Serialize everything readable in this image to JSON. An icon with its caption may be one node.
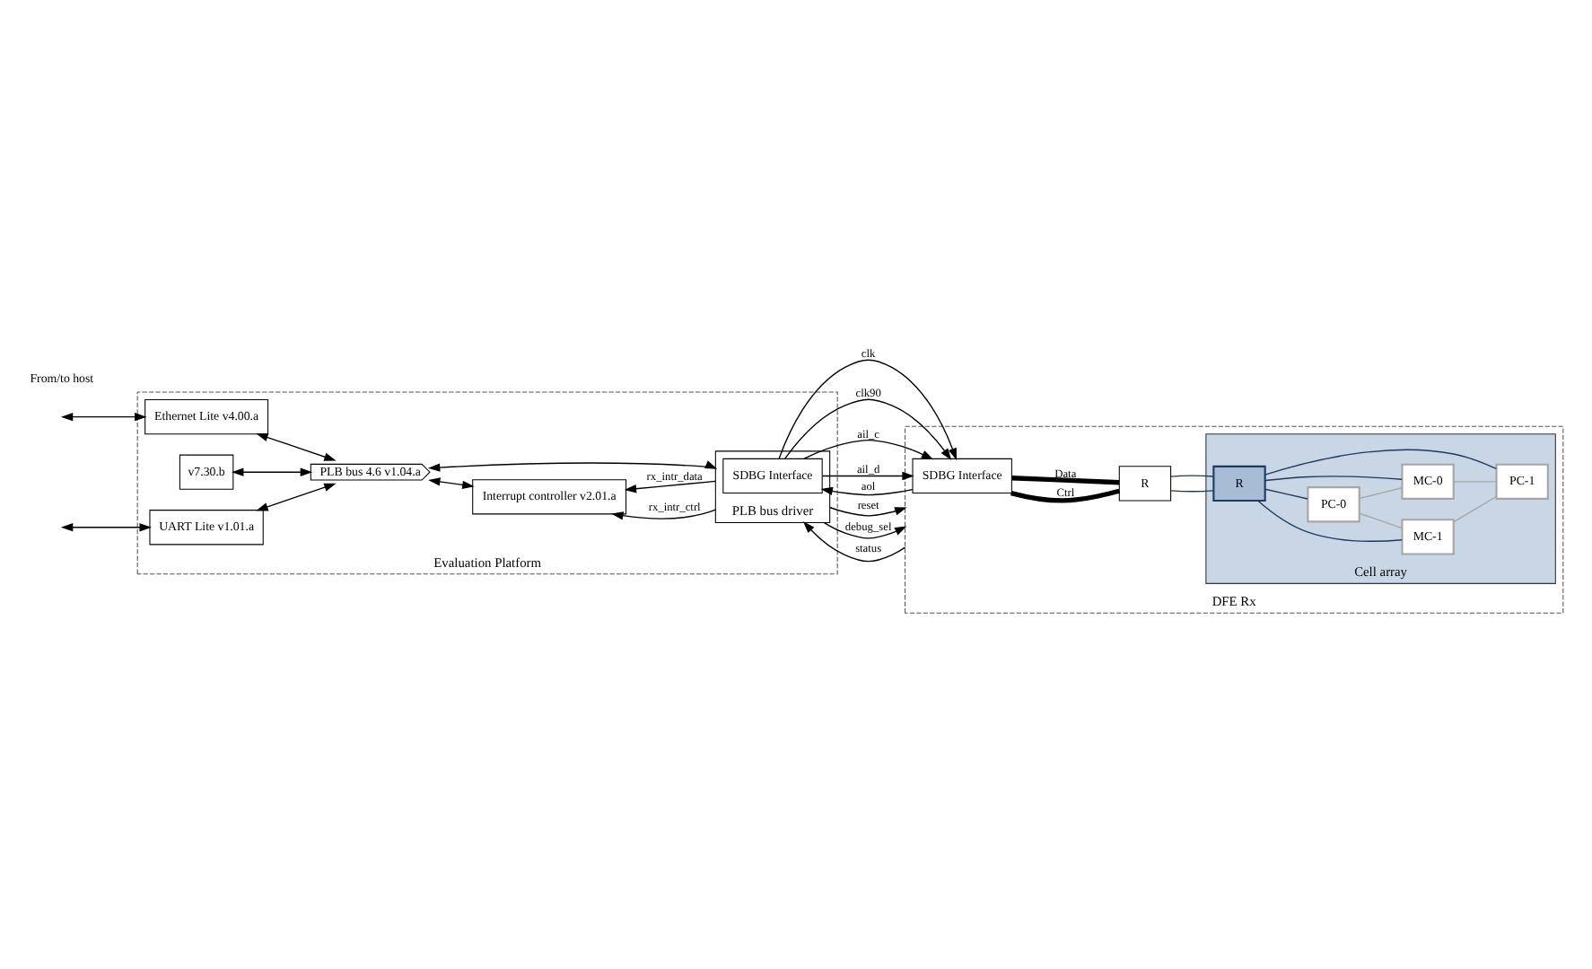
{
  "diagram": {
    "nodes": [
      {
        "text": [
          "Evaluation Platform"
        ]
      },
      {
        "text": [
          "Ethernet Lite v4.00.a"
        ],
        "in": 0
      },
      {
        "text": [
          "v7.30.b"
        ],
        "in": 0
      },
      {
        "text": [
          "PLB bus 4.6 v1.04.a"
        ],
        "in": 0
      },
      {
        "text": [
          "UART Lite v1.01.a"
        ],
        "in": 0
      },
      {
        "text": [
          "Interrupt controller v2.01.a"
        ],
        "in": 0
      },
      {
        "text": [
          "PLB bus driver"
        ],
        "in": 0
      },
      {
        "text": [
          "SDBG Interface"
        ],
        "in": 6
      },
      {
        "text": [
          "DFE Rx"
        ]
      },
      {
        "text": [
          "SDBG Interface"
        ],
        "in": 8
      },
      {
        "text": [
          "R"
        ],
        "in": 8
      },
      {
        "text": [
          "Cell array"
        ],
        "in": 8
      },
      {
        "text": [
          "PC-0"
        ],
        "in": 11
      },
      {
        "text": [
          "MC-0"
        ],
        "in": 11
      },
      {
        "text": [
          "MC-1"
        ],
        "in": 11
      },
      {
        "text": [
          "PC-1"
        ],
        "in": 11
      },
      {
        "text": [
          "R"
        ],
        "in": 11
      }
    ],
    "edges": [
      {
        "from": null,
        "to": 1,
        "arrow": "both"
      },
      {
        "from": null,
        "to": 4,
        "arrow": "both"
      },
      {
        "from": 1,
        "to": 3,
        "arrow": "both"
      },
      {
        "from": 2,
        "to": 3,
        "arrow": "both"
      },
      {
        "from": 3,
        "to": 4,
        "arrow": "both"
      },
      {
        "from": 3,
        "to": 5,
        "arrow": "both"
      },
      {
        "from": 3,
        "to": 6,
        "arrow": "both"
      },
      {
        "from": 6,
        "to": 5,
        "label": "rx_intr_ctrl",
        "arrow": "to"
      },
      {
        "from": 6,
        "to": 5,
        "label": "rx_intr_data",
        "arrow": "to"
      },
      {
        "from": 7,
        "to": 9,
        "label": "clk",
        "arrow": "to"
      },
      {
        "from": 7,
        "to": 9,
        "label": "clk90",
        "arrow": "to"
      },
      {
        "from": 7,
        "to": 9,
        "label": "ail_c",
        "arrow": "to"
      },
      {
        "from": 7,
        "to": 9,
        "label": "ail_d",
        "arrow": "to"
      },
      {
        "from": 9,
        "to": 7,
        "label": "aol",
        "arrow": "to"
      },
      {
        "from": 6,
        "to": 8,
        "label": "reset",
        "arrow": "to"
      },
      {
        "from": 6,
        "to": 8,
        "label": "debug_sel",
        "arrow": "to"
      },
      {
        "from": 8,
        "to": 6,
        "label": "status",
        "arrow": "to"
      },
      {
        "from": 9,
        "to": 10,
        "label": "Ctrl",
        "arrow": "none",
        "style": "thick"
      },
      {
        "from": 9,
        "to": 10,
        "label": "Data",
        "arrow": "none",
        "style": "thick"
      },
      {
        "from": 10,
        "to": 16,
        "arrow": "none",
        "color": "#1f3a60"
      },
      {
        "from": 10,
        "to": 16,
        "arrow": "none",
        "color": "#1f3a60"
      },
      {
        "from": 16,
        "to": 12,
        "arrow": "none",
        "color": "#1f3a60"
      },
      {
        "from": 16,
        "to": 13,
        "arrow": "none",
        "color": "#1f3a60"
      },
      {
        "from": 16,
        "to": 14,
        "arrow": "none",
        "color": "#1f3a60"
      },
      {
        "from": 16,
        "to": 15,
        "arrow": "none",
        "color": "#1f3a60"
      },
      {
        "from": 12,
        "to": 13,
        "arrow": "none",
        "color": "#a6a6a6"
      },
      {
        "from": 12,
        "to": 14,
        "arrow": "none",
        "color": "#a6a6a6"
      },
      {
        "from": 13,
        "to": 15,
        "arrow": "none",
        "color": "#a6a6a6"
      },
      {
        "from": 14,
        "to": 15,
        "arrow": "none",
        "color": "#a6a6a6"
      }
    ],
    "labels": [
      "From/to host"
    ]
  }
}
